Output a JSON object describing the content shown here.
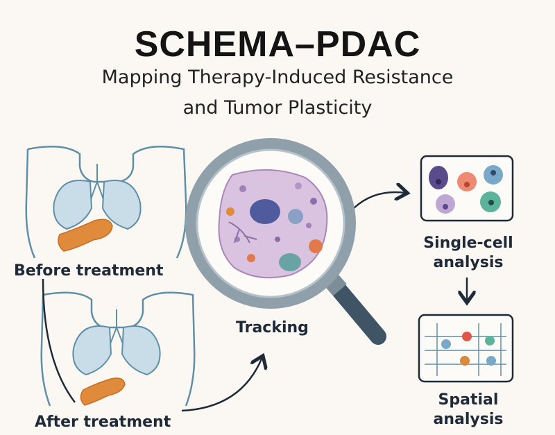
{
  "header": {
    "title": "SCHEMA–PDAC",
    "subtitle_line1": "Mapping Therapy-Induced Resistance",
    "subtitle_line2": "and Tumor Plasticity"
  },
  "stages": {
    "before_label": "Before treatment",
    "after_label": "After treatment"
  },
  "center": {
    "tracking_label": "Tracking"
  },
  "analysis": {
    "single_cell_line1": "Single-cell",
    "single_cell_line2": "analysis",
    "spatial_line1": "Spatial",
    "spatial_line2": "analysis"
  },
  "colors": {
    "body_outline": "#5f8fa6",
    "lung_fill": "#c9dde8",
    "pancreas": "#e08a3c",
    "cell_fill": "#d9c3e1",
    "arrow": "#1e2a38",
    "magnifier_ring": "#8fa0ab",
    "magnifier_handle": "#3f5566"
  }
}
